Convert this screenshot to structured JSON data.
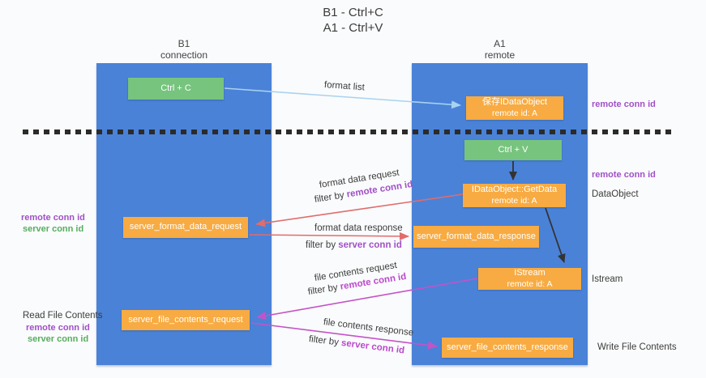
{
  "title": {
    "line1": "B1 - Ctrl+C",
    "line2": "A1 - Ctrl+V"
  },
  "columns": {
    "left": {
      "name": "B1",
      "subtitle": "connection"
    },
    "right": {
      "name": "A1",
      "subtitle": "remote"
    }
  },
  "nodes": {
    "ctrl_c": {
      "label": "Ctrl + C"
    },
    "save_idataobject": {
      "line1": "保存IDataObject",
      "line2": "remote id: A"
    },
    "ctrl_v": {
      "label": "Ctrl + V"
    },
    "idataobject_getdata": {
      "line1": "IDataObject::GetData",
      "line2": "remote id: A"
    },
    "istream": {
      "line1": "IStream",
      "line2": "remote id: A"
    },
    "server_format_data_request": {
      "label": "server_format_data_request"
    },
    "server_format_data_response": {
      "label": "server_format_data_response"
    },
    "server_file_contents_request": {
      "label": "server_file_contents_request"
    },
    "server_file_contents_response": {
      "label": "server_file_contents_response"
    }
  },
  "arrow_labels": {
    "format_list": "format list",
    "format_data_request": "format data request",
    "format_data_request_filter_prefix": "filter by ",
    "format_data_request_filter_key": "remote conn id",
    "format_data_response": "format data response",
    "format_data_response_filter_prefix": "filter by ",
    "format_data_response_filter_key": "server conn id",
    "file_contents_request": "file contents request",
    "file_contents_request_filter_prefix": "filter by ",
    "file_contents_request_filter_key": "remote conn id",
    "file_contents_response": "file contents response",
    "file_contents_response_filter_prefix": "filter by ",
    "file_contents_response_filter_key": "server conn id"
  },
  "side_labels": {
    "right_remote_conn_id_top": "remote conn id",
    "right_remote_conn_id_mid": "remote conn id",
    "dataobject": "DataObject",
    "istream": "Istream",
    "write_file_contents": "Write File Contents",
    "left_remote_conn_id_top": "remote conn id",
    "left_server_conn_id_top": "server conn id",
    "read_file_contents": "Read File Contents",
    "left_remote_conn_id_bottom": "remote conn id",
    "left_server_conn_id_bottom": "server conn id"
  },
  "colors": {
    "column_blue": "#4a82d8",
    "box_green": "#77c47e",
    "box_orange": "#f7ab42",
    "arrow_light_blue": "#a9d2ef",
    "arrow_salmon": "#e06c6c",
    "arrow_magenta": "#c453c8",
    "arrow_black": "#333333",
    "text_purple": "#a050c8",
    "text_magenta": "#bb49cc",
    "text_green": "#57ae5f",
    "text_dark": "#3c3c3c"
  }
}
